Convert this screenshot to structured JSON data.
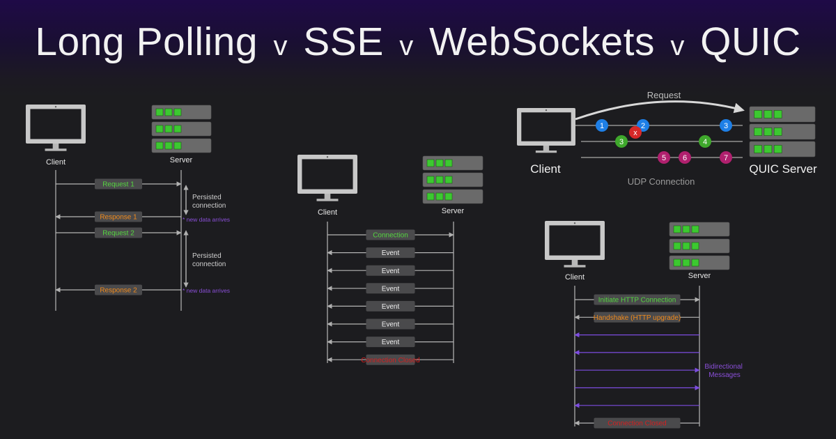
{
  "title": {
    "parts": [
      "Long Polling",
      "SSE",
      "WebSockets",
      "QUIC"
    ],
    "separator": "v"
  },
  "colors": {
    "background": "#1c1c1f",
    "title_band": "#1f0a47",
    "line": "#9a9a9a",
    "label_box": "#4a4a4c",
    "label_green": "#55d640",
    "label_orange": "#f08a1c",
    "label_red": "#d42020",
    "note_purple": "#8a4fd8",
    "arrow_purple": "#7d4ce0",
    "server_led": "#3cc930",
    "node_blue": "#1e7fe6",
    "node_green": "#3fa82c",
    "node_magenta": "#b0206e",
    "node_red": "#d62828"
  },
  "long_polling": {
    "client_label": "Client",
    "server_label": "Server",
    "messages": [
      {
        "label": "Request 1",
        "dir": "right",
        "color": "green"
      },
      {
        "label": "Response 1",
        "dir": "left",
        "color": "orange"
      },
      {
        "label": "Request 2",
        "dir": "right",
        "color": "green"
      },
      {
        "label": "Response 2",
        "dir": "left",
        "color": "orange"
      }
    ],
    "persisted_note": [
      "Persisted",
      "connection"
    ],
    "data_note": "* new data arrives"
  },
  "sse": {
    "client_label": "Client",
    "server_label": "Server",
    "messages": [
      {
        "label": "Connection",
        "dir": "right",
        "color": "green"
      },
      {
        "label": "Event",
        "dir": "left",
        "color": "white"
      },
      {
        "label": "Event",
        "dir": "left",
        "color": "white"
      },
      {
        "label": "Event",
        "dir": "left",
        "color": "white"
      },
      {
        "label": "Event",
        "dir": "left",
        "color": "white"
      },
      {
        "label": "Event",
        "dir": "left",
        "color": "white"
      },
      {
        "label": "Event",
        "dir": "left",
        "color": "white"
      },
      {
        "label": "Connection Closed",
        "dir": "left",
        "color": "red"
      }
    ]
  },
  "quic": {
    "client_label": "Client",
    "server_label": "QUIC Server",
    "request_label": "Request",
    "connection_label": "UDP Connection",
    "lost_marker": "x",
    "streams": [
      {
        "packets": [
          "1",
          "2",
          "3"
        ],
        "color": "blue"
      },
      {
        "packets": [
          "3",
          "4"
        ],
        "color": "green"
      },
      {
        "packets": [
          "5",
          "6",
          "7"
        ],
        "color": "magenta"
      }
    ]
  },
  "websockets": {
    "client_label": "Client",
    "server_label": "Server",
    "messages": [
      {
        "label": "Initiate HTTP Connection",
        "dir": "right",
        "color": "green"
      },
      {
        "label": "Handshake (HTTP upgrade)",
        "dir": "left",
        "color": "orange"
      },
      {
        "label": "",
        "dir": "left",
        "color": "purple"
      },
      {
        "label": "",
        "dir": "left",
        "color": "purple"
      },
      {
        "label": "",
        "dir": "right",
        "color": "purple"
      },
      {
        "label": "",
        "dir": "right",
        "color": "purple"
      },
      {
        "label": "",
        "dir": "left",
        "color": "purple"
      },
      {
        "label": "Connection Closed",
        "dir": "left",
        "color": "red"
      }
    ],
    "bidirectional_note": [
      "Bidirectional",
      "Messages"
    ]
  }
}
